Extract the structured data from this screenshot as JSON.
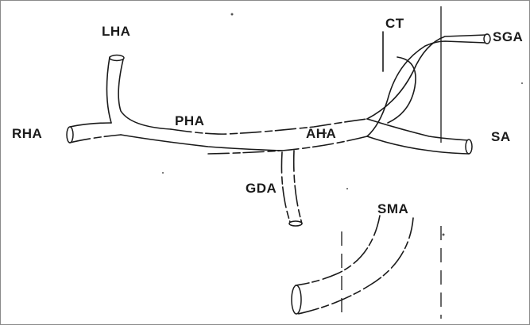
{
  "labels": {
    "lha": "LHA",
    "ct": "CT",
    "sga": "SGA",
    "rha": "RHA",
    "pha": "PHA",
    "aha": "AHA",
    "sa": "SA",
    "gda": "GDA",
    "sma": "SMA"
  }
}
